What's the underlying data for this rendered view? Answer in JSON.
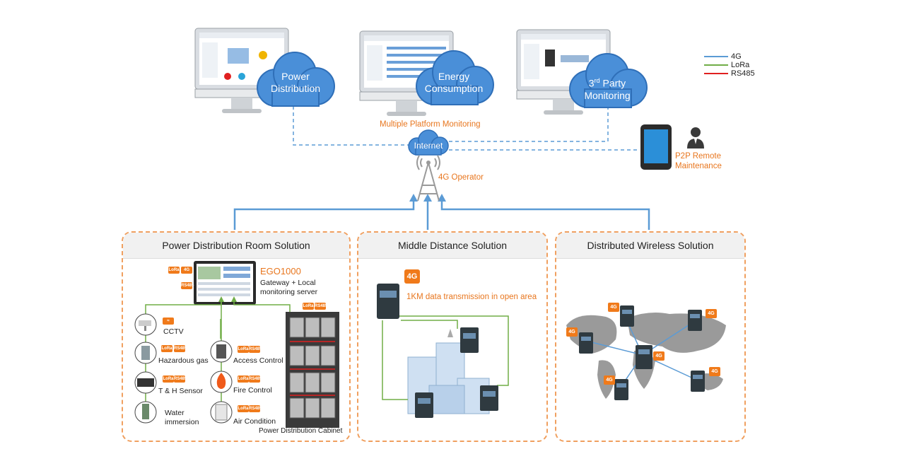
{
  "legend": [
    {
      "label": "4G",
      "color": "#5b9bd5"
    },
    {
      "label": "LoRa",
      "color": "#70ad47"
    },
    {
      "label": "RS485",
      "color": "#e02020"
    }
  ],
  "clouds": {
    "power_distribution": "Power Distribution",
    "energy_consumption": "Energy Consumption",
    "third_party_base": "3",
    "third_party_sup": "rd",
    "third_party_rest": " Party Monitoring",
    "internet": "Internet"
  },
  "labels": {
    "multiple_platform": "Multiple Platform Monitoring",
    "operator": "4G Operator",
    "p2p": "P2P Remote Maintenance"
  },
  "panels": {
    "power_room": "Power Distribution Room Solution",
    "middle_distance": "Middle Distance Solution",
    "distributed_wireless": "Distributed Wireless Solution"
  },
  "power_room": {
    "gateway_name": "EGO1000",
    "gateway_desc": "Gateway + Local monitoring server",
    "cctv": "CCTV",
    "hazardous_gas": "Hazardous gas",
    "th_sensor": "T & H Sensor",
    "water": "Water immersion",
    "access_control": "Access Control",
    "fire_control": "Fire Control",
    "air_condition": "Air Condition",
    "cabinet": "Power Distribution Cabinet"
  },
  "middle": {
    "badge": "4G",
    "note": "1KM data transmission in open area"
  },
  "tags": {
    "g4": "4G",
    "lora": "LoRa",
    "rs485": "RS485"
  },
  "colors": {
    "accent": "#e8761e",
    "cloud": "#4a8fd8",
    "panel_border": "#f0a060",
    "line_4g": "#5b9bd5",
    "line_lora": "#70ad47",
    "line_rs485": "#e02020"
  }
}
